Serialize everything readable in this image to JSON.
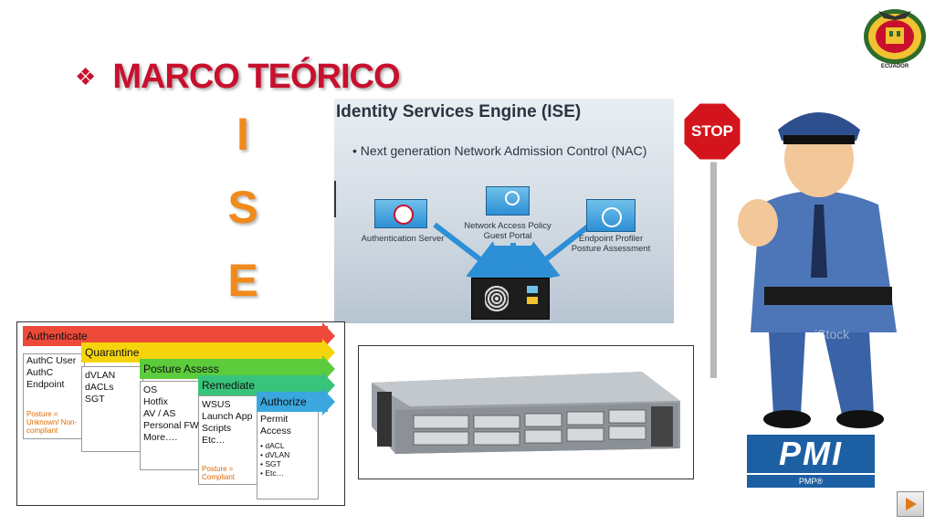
{
  "title": {
    "bullet": "❖",
    "text": "MARCO TEÓRICO"
  },
  "letters": [
    "I",
    "S",
    "E"
  ],
  "ise_slide": {
    "heading": "Identity Services Engine (ISE)",
    "bullet": "• Next generation Network Admission Control (NAC)",
    "nodes": [
      {
        "label_lines": [
          "Authentication Server"
        ]
      },
      {
        "label_lines": [
          "Network Access Policy",
          "Guest Portal"
        ]
      },
      {
        "label_lines": [
          "Endpoint Profiler",
          "Posture Assessment"
        ]
      }
    ]
  },
  "flow": {
    "stages": [
      {
        "name": "Authenticate",
        "color": "#ee4a3a",
        "items": [
          "AuthC User",
          "AuthC Endpoint"
        ],
        "posture": "Posture = Unknown/ Non-compliant"
      },
      {
        "name": "Quarantine",
        "color": "#f6d40c",
        "items": [
          "dVLAN",
          "dACLs",
          "SGT"
        ],
        "posture": ""
      },
      {
        "name": "Posture Assess",
        "color": "#5ccc3c",
        "items": [
          "OS",
          "Hotfix",
          "AV / AS",
          "Personal FW",
          "More…."
        ],
        "posture": ""
      },
      {
        "name": "Remediate",
        "color": "#38c47a",
        "items": [
          "WSUS",
          "Launch App",
          "Scripts",
          "Etc…"
        ],
        "posture": "Posture = Compliant"
      },
      {
        "name": "Authorize",
        "color": "#3aa7de",
        "items": [
          "Permit Access",
          "• dACL",
          "• dVLAN",
          "• SGT",
          "• Etc…"
        ],
        "posture": ""
      }
    ]
  },
  "stop_sign": "STOP",
  "police_watermark": "iStock",
  "pmi": {
    "logo": "PMI",
    "sub": "PMP®",
    "color": "#1d5fa3"
  },
  "crest_caption": "ECUADOR",
  "nav": {
    "icon": "play-next-icon"
  }
}
